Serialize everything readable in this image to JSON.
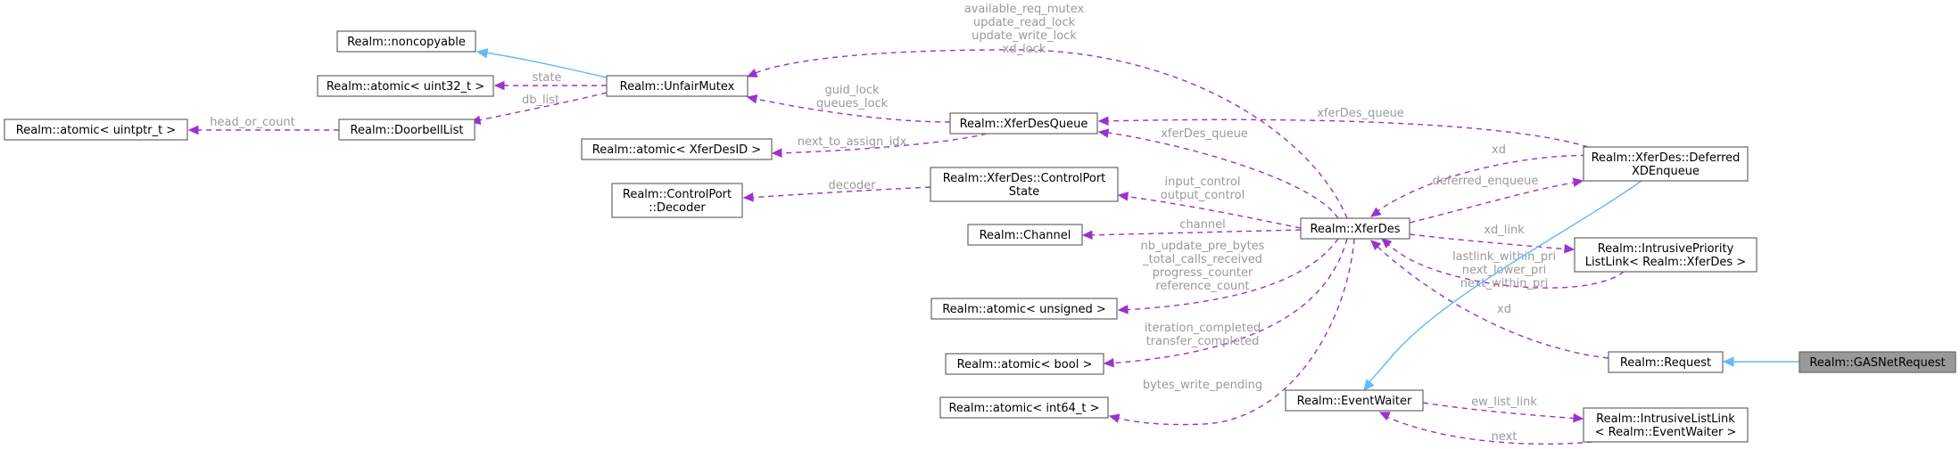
{
  "diagram": {
    "nodes": [
      {
        "id": "noncopyable",
        "lines": [
          "Realm::noncopyable"
        ]
      },
      {
        "id": "atomic_u32",
        "lines": [
          "Realm::atomic< uint32_t >"
        ]
      },
      {
        "id": "atomic_uintptr",
        "lines": [
          "Realm::atomic< uintptr_t >"
        ]
      },
      {
        "id": "doorbelllist",
        "lines": [
          "Realm::DoorbellList"
        ]
      },
      {
        "id": "unfairmutex",
        "lines": [
          "Realm::UnfairMutex"
        ]
      },
      {
        "id": "atomic_xferdesid",
        "lines": [
          "Realm::atomic< XferDesID >"
        ]
      },
      {
        "id": "xferdesqueue",
        "lines": [
          "Realm::XferDesQueue"
        ]
      },
      {
        "id": "controlport_decoder",
        "lines": [
          "Realm::ControlPort",
          "::Decoder"
        ]
      },
      {
        "id": "controlport_state",
        "lines": [
          "Realm::XferDes::ControlPort",
          "State"
        ]
      },
      {
        "id": "channel",
        "lines": [
          "Realm::Channel"
        ]
      },
      {
        "id": "atomic_unsigned",
        "lines": [
          "Realm::atomic< unsigned >"
        ]
      },
      {
        "id": "atomic_bool",
        "lines": [
          "Realm::atomic< bool >"
        ]
      },
      {
        "id": "atomic_int64",
        "lines": [
          "Realm::atomic< int64_t >"
        ]
      },
      {
        "id": "xferdes",
        "lines": [
          "Realm::XferDes"
        ]
      },
      {
        "id": "eventwaiter",
        "lines": [
          "Realm::EventWaiter"
        ]
      },
      {
        "id": "deferred_xd",
        "lines": [
          "Realm::XferDes::Deferred",
          "XDEnqueue"
        ]
      },
      {
        "id": "intrusive_priority",
        "lines": [
          "Realm::IntrusivePriority",
          "ListLink< Realm::XferDes >"
        ]
      },
      {
        "id": "request",
        "lines": [
          "Realm::Request"
        ]
      },
      {
        "id": "intrusive_listlink",
        "lines": [
          "Realm::IntrusiveListLink",
          "< Realm::EventWaiter >"
        ]
      },
      {
        "id": "gasnetrequest",
        "lines": [
          "Realm::GASNetRequest"
        ]
      }
    ],
    "edges": [
      {
        "id": "e1",
        "kind": "inherit",
        "labels": []
      },
      {
        "id": "e2",
        "kind": "usage",
        "labels": [
          "state"
        ]
      },
      {
        "id": "e3",
        "kind": "usage",
        "labels": [
          "head_or_count"
        ]
      },
      {
        "id": "e4",
        "kind": "usage",
        "labels": [
          "db_list"
        ]
      },
      {
        "id": "e5",
        "kind": "usage",
        "labels": [
          "available_req_mutex",
          "update_read_lock",
          "update_write_lock",
          "xd_lock"
        ]
      },
      {
        "id": "e6",
        "kind": "usage",
        "labels": [
          "guid_lock",
          "queues_lock"
        ]
      },
      {
        "id": "e7",
        "kind": "usage",
        "labels": [
          "next_to_assign_idx"
        ]
      },
      {
        "id": "e8",
        "kind": "usage",
        "labels": [
          "xferDes_queue"
        ]
      },
      {
        "id": "e9",
        "kind": "usage",
        "labels": [
          "xferDes_queue"
        ]
      },
      {
        "id": "e10",
        "kind": "usage",
        "labels": [
          "decoder"
        ]
      },
      {
        "id": "e11",
        "kind": "usage",
        "labels": [
          "input_control",
          "output_control"
        ]
      },
      {
        "id": "e12",
        "kind": "usage",
        "labels": [
          "channel"
        ]
      },
      {
        "id": "e13",
        "kind": "usage",
        "labels": [
          "nb_update_pre_bytes",
          "_total_calls_received",
          "progress_counter",
          "reference_count"
        ]
      },
      {
        "id": "e14",
        "kind": "usage",
        "labels": [
          "iteration_completed",
          "transfer_completed"
        ]
      },
      {
        "id": "e15",
        "kind": "usage",
        "labels": [
          "bytes_write_pending"
        ]
      },
      {
        "id": "e16",
        "kind": "usage",
        "labels": [
          "xd"
        ]
      },
      {
        "id": "e17",
        "kind": "usage",
        "labels": [
          "deferred_enqueue"
        ]
      },
      {
        "id": "e18",
        "kind": "usage",
        "labels": [
          "xd_link"
        ]
      },
      {
        "id": "e19",
        "kind": "usage",
        "labels": [
          "lastlink_within_pri",
          "next_lower_pri",
          "next_within_pri"
        ]
      },
      {
        "id": "e20",
        "kind": "usage",
        "labels": [
          "xd"
        ]
      },
      {
        "id": "e21",
        "kind": "inherit",
        "labels": []
      },
      {
        "id": "e22",
        "kind": "usage",
        "labels": [
          "ew_list_link"
        ]
      },
      {
        "id": "e23",
        "kind": "usage",
        "labels": [
          "next"
        ]
      },
      {
        "id": "e24",
        "kind": "inherit",
        "labels": []
      }
    ],
    "colors": {
      "usage": "#9a32cd",
      "inherit": "#63b8ff",
      "label": "#9a9a9a",
      "root_fill": "#999999"
    }
  }
}
